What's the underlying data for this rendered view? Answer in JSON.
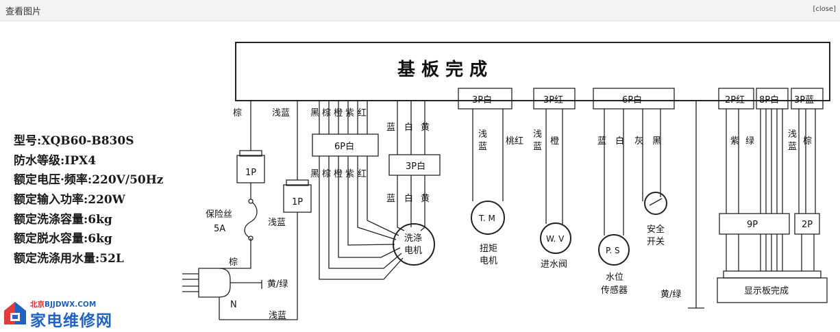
{
  "window": {
    "title": "查看图片",
    "close_label": "[close]"
  },
  "diagram": {
    "mainboard": "基  板  完  成",
    "connectors": {
      "c3p_white": "3P白",
      "c3p_red": "3P红",
      "c6p_white": "6P白",
      "c2p_red": "2P红",
      "c8p_white": "8P白",
      "c3p_blue": "3P蓝",
      "c6p_motor": "6P白",
      "c3p_motor": "3P白",
      "c1p_a": "1P",
      "c1p_b": "1P",
      "c9p": "9P",
      "c2p_small": "2P"
    },
    "wires": {
      "brown_top": "棕",
      "lightblue_top": "浅蓝",
      "black1": "黑",
      "brown1": "棕",
      "orange1": "橙",
      "purple1": "紫",
      "red1": "红",
      "black2": "黑",
      "brown2": "棕",
      "orange2": "橙",
      "purple2": "紫",
      "red2": "红",
      "blue_a": "蓝",
      "white_a": "白",
      "yellow_a": "黄",
      "blue_b": "蓝",
      "white_b": "白",
      "yellow_b": "黄",
      "tm_lb1": "浅",
      "tm_lb2": "蓝",
      "tm_pink": "桃红",
      "wv_lb1": "浅",
      "wv_lb2": "蓝",
      "wv_orange": "橙",
      "ps_blue": "蓝",
      "ps_white": "白",
      "ps_gray": "灰",
      "ps_black": "黑",
      "disp_purple": "紫",
      "disp_green": "绿",
      "disp_lb1": "浅",
      "disp_lb2": "蓝",
      "disp_brown": "棕",
      "fuse_label": "保险丝",
      "fuse_rating": "5A",
      "lightblue_mid": "浅蓝",
      "brown_plug": "棕",
      "earth1": "黄/绿",
      "earth2": "黄/绿",
      "neutral": "N",
      "lightblue_bottom": "浅蓝"
    },
    "components": {
      "wash_motor_1": "洗涤",
      "wash_motor_2": "电机",
      "tm_symbol": "T. M",
      "tm_name_1": "扭矩",
      "tm_name_2": "电机",
      "wv_symbol": "W. V",
      "wv_name": "进水阀",
      "ps_symbol": "P. S",
      "ps_name_1": "水位",
      "ps_name_2": "传感器",
      "safety_1": "安全",
      "safety_2": "开关",
      "display_board": "显示板完成"
    }
  },
  "specs": {
    "model": "型号:XQB60-B830S",
    "waterproof": "防水等级:IPX4",
    "voltage": "额定电压·频率:220V/50Hz",
    "power": "额定输入功率:220W",
    "wash_capacity": "额定洗涤容量:6kg",
    "spin_capacity": "额定脱水容量:6kg",
    "water_use": "额定洗涤用水量:52L"
  },
  "watermark": {
    "url_cn": "北京",
    "url": "BJJDWX.COM",
    "name": "家电维修网"
  }
}
